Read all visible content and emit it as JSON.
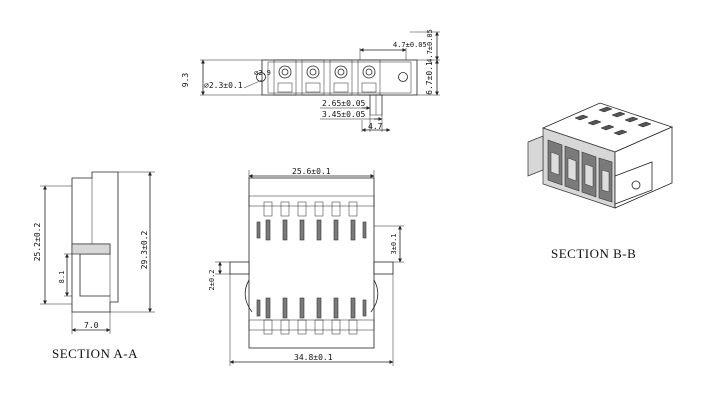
{
  "title": "",
  "top_view": {
    "dims": {
      "height_9_3": "9.3",
      "hole_dia": "⌀2.3±0.1",
      "hole_dia2": "⌀2.9",
      "w_4_7_top": "4.7±0.05",
      "h_4_7_right": "4.7±0.05",
      "h_6_7": "6.7±0.1",
      "pitch_2_65": "2.65±0.05",
      "w_3_45": "3.45±0.05",
      "w_4_7_bottom": "4.7"
    }
  },
  "section_aa": {
    "label": "SECTION A-A",
    "dims": {
      "h_25_2": "25.2±0.2",
      "h_29_3": "29.3±0.2",
      "h_8_1": "8.1",
      "w_7_0": "7.0"
    }
  },
  "front_view": {
    "dims": {
      "w_25_6": "25.6±0.1",
      "h_3": "3±0.1",
      "h_2": "2±0.2",
      "w_34_8": "34.8±0.1"
    }
  },
  "section_bb": {
    "label": "SECTION B-B"
  }
}
